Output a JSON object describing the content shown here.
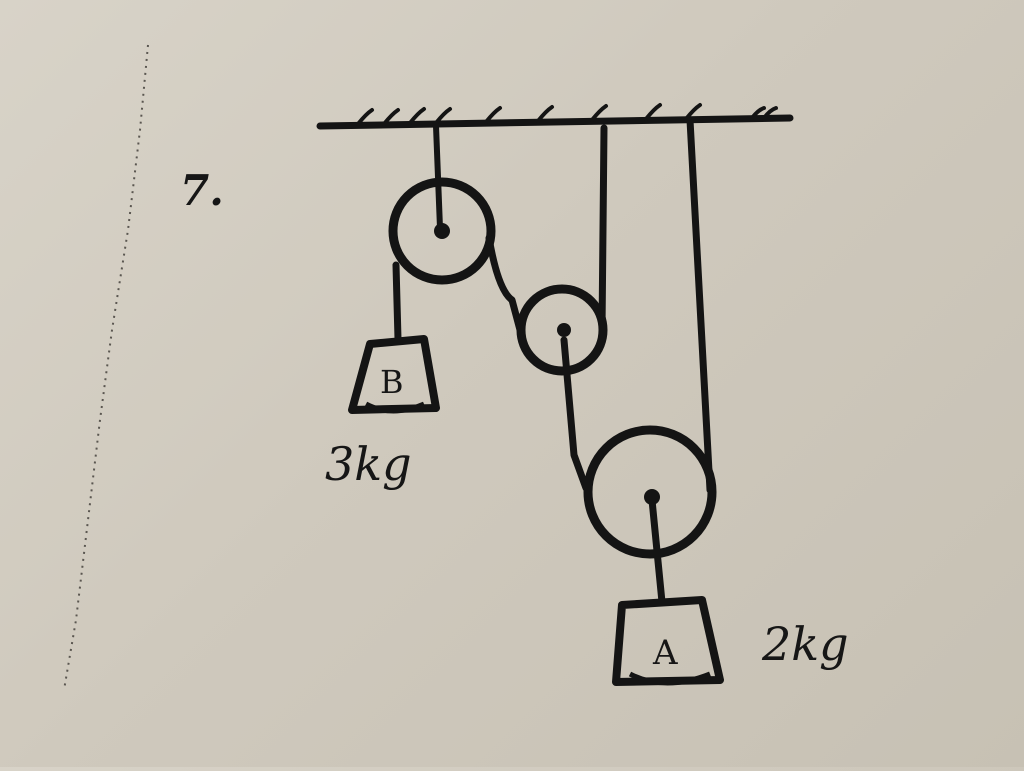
{
  "problem_number": "7.",
  "mass_b": {
    "label": "B",
    "mass": "3kg"
  },
  "mass_a": {
    "label": "A",
    "mass": "2kg"
  }
}
